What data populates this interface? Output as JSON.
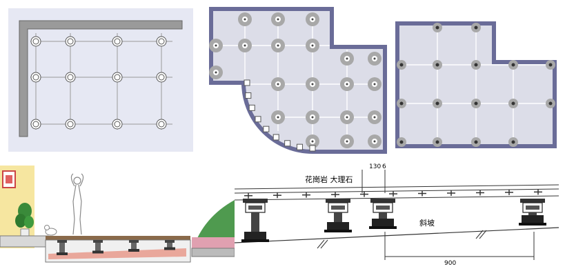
{
  "panels": {
    "plan_corner": {
      "background": "#e6e8f3"
    },
    "plan_curved": {
      "fill": "#dcdde8",
      "frame": "#6a6c98"
    },
    "plan_l_shape": {
      "fill": "#dcdde8",
      "frame": "#6a6c98"
    },
    "section_scene": {
      "sky": "#ffffff"
    },
    "section_detail": {
      "label_top": "花崗岩  大理石",
      "label_slope": "斜坡",
      "dim_130": "130",
      "dim_6": "6",
      "dim_900": "900"
    }
  },
  "icons": [
    "pedestal-icon",
    "person-icon",
    "cat-icon",
    "plant-icon",
    "picture-frame-icon"
  ],
  "colors": {
    "pedestal_dark": "#444444",
    "pedestal_light": "#a8a8a8",
    "base_pink": "#e9a79b",
    "wall_cream": "#f6e6a0",
    "deck_brown": "#8a6a4a"
  }
}
